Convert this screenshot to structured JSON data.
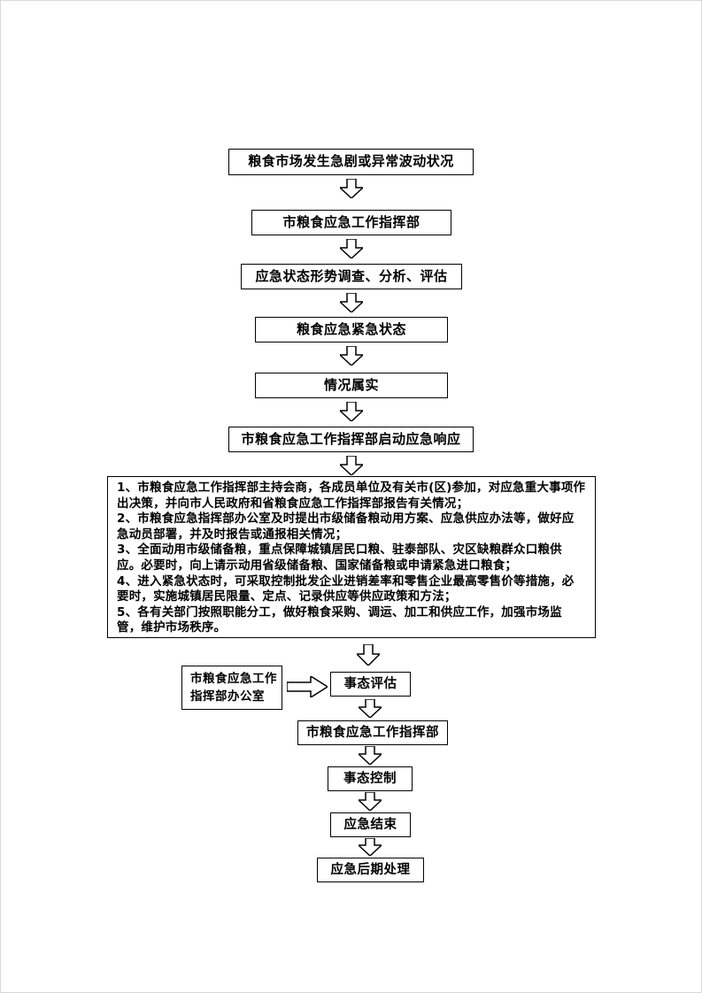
{
  "flow": {
    "trigger": "粮食市场发生急剧或异常波动状况",
    "command_hq": "市粮食应急工作指挥部",
    "investigation": "应急状态形势调查、分析、评估",
    "emergency_state": "粮食应急紧急状态",
    "verified": "情况属实",
    "activate_response": "市粮食应急工作指挥部启动应急响应",
    "measures": {
      "items": [
        "1、市粮食应急工作指挥部主持会商，各成员单位及有关市(区)参加，对应急重大事项作出决策，并向市人民政府和省粮食应急工作指挥部报告有关情况；",
        "2、市粮食应急指挥部办公室及时提出市级储备粮动用方案、应急供应办法等，做好应急动员部署，并及时报告或通报相关情况；",
        "3、全面动用市级储备粮，重点保障城镇居民口粮、驻泰部队、灾区缺粮群众口粮供应。必要时，向上请示动用省级储备粮、国家储备粮或申请紧急进口粮食；",
        "4、进入紧急状态时，可采取控制批发企业进销差率和零售企业最高零售价等措施，必要时，实施城镇居民限量、定点、记录供应等供应政策和方法；",
        "5、各有关部门按照职能分工，做好粮食采购、调运、加工和供应工作，加强市场监管，维护市场秩序。"
      ]
    },
    "office": {
      "line1": "市粮食应急工作",
      "line2": "指挥部办公室"
    },
    "assessment": "事态评估",
    "command_hq2": "市粮食应急工作指挥部",
    "control": "事态控制",
    "end": "应急结束",
    "post_processing": "应急后期处理"
  }
}
